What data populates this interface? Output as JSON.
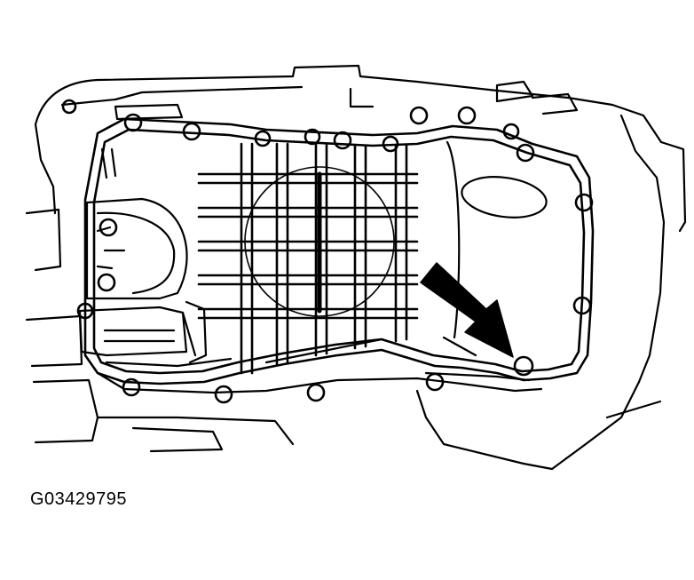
{
  "figure": {
    "id_label": "G03429795"
  },
  "colors": {
    "ink": "#000000",
    "paper": "#ffffff"
  },
  "callouts": [
    {
      "type": "arrow",
      "target": "bolt"
    }
  ]
}
